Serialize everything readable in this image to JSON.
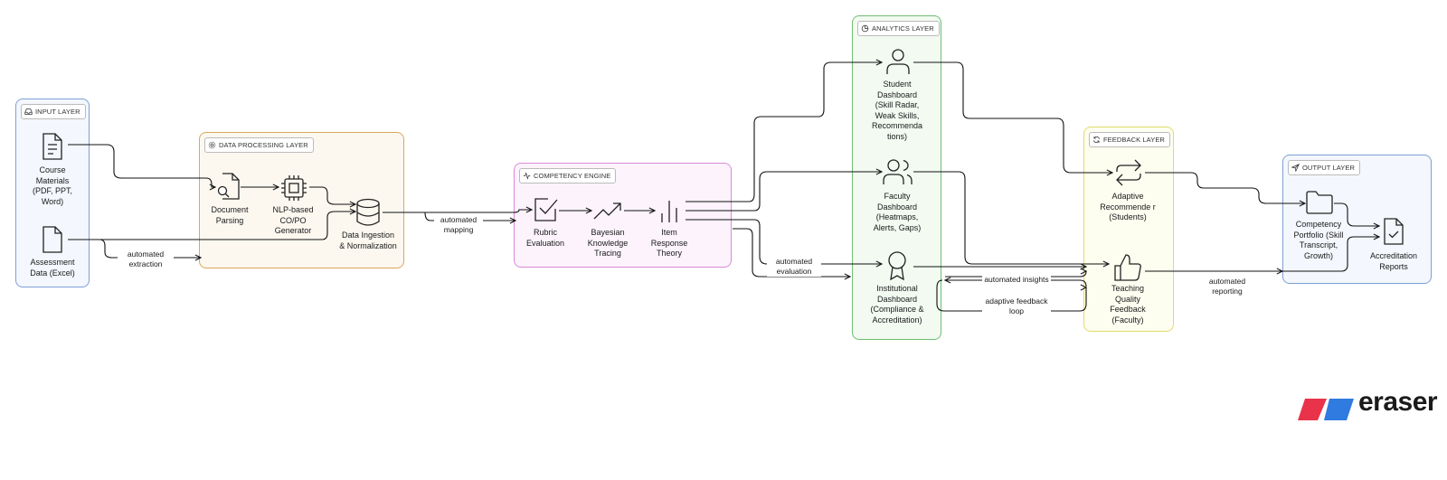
{
  "layers": {
    "input": "INPUT LAYER",
    "processing": "DATA PROCESSING LAYER",
    "competency": "COMPETENCY ENGINE",
    "analytics": "ANALYTICS LAYER",
    "feedback": "FEEDBACK LAYER",
    "output": "OUTPUT LAYER"
  },
  "nodes": {
    "course_materials": "Course Materials (PDF, PPT, Word)",
    "assessment_data": "Assessment Data (Excel)",
    "document_parsing": "Document Parsing",
    "nlp_generator": "NLP-based CO/PO Generator",
    "data_ingestion": "Data Ingestion & Normalization",
    "rubric_evaluation": "Rubric Evaluation",
    "bayesian_tracing": "Bayesian Knowledge Tracing",
    "item_response": "Item Response Theory",
    "student_dashboard": "Student Dashboard (Skill Radar, Weak Skills, Recommenda tions)",
    "faculty_dashboard": "Faculty Dashboard (Heatmaps, Alerts, Gaps)",
    "institutional_dashboard": "Institutional Dashboard (Compliance & Accreditation)",
    "adaptive_recommender": "Adaptive Recommende r (Students)",
    "teaching_feedback": "Teaching Quality Feedback (Faculty)",
    "competency_portfolio": "Competency Portfolio (Skill Transcript, Growth)",
    "accreditation_reports": "Accreditation Reports"
  },
  "edges": {
    "automated_extraction": "automated extraction",
    "automated_mapping": "automated mapping",
    "automated_evaluation": "automated evaluation",
    "automated_insights": "automated insights",
    "adaptive_feedback_loop": "adaptive feedback loop",
    "automated_reporting": "automated reporting"
  },
  "icons": {
    "course_materials": "file-text-icon",
    "assessment_data": "file-icon",
    "document_parsing": "file-search-icon",
    "nlp_generator": "cpu-icon",
    "data_ingestion": "database-icon",
    "rubric_evaluation": "check-square-icon",
    "bayesian_tracing": "trending-up-icon",
    "item_response": "bar-chart-icon",
    "student_dashboard": "user-icon",
    "faculty_dashboard": "users-icon",
    "institutional_dashboard": "award-icon",
    "adaptive_recommender": "repeat-icon",
    "teaching_feedback": "thumbs-up-icon",
    "competency_portfolio": "folder-icon",
    "accreditation_reports": "file-check-icon"
  },
  "colors": {
    "input_border": "#7da0d6",
    "processing_border": "#d9a85a",
    "competency_border": "#d98bd6",
    "analytics_border": "#6fbf72",
    "feedback_border": "#e3dc6a",
    "output_border": "#7da0d6",
    "logo_red": "#e8334a",
    "logo_blue": "#2f7be0"
  },
  "brand": "eraser"
}
